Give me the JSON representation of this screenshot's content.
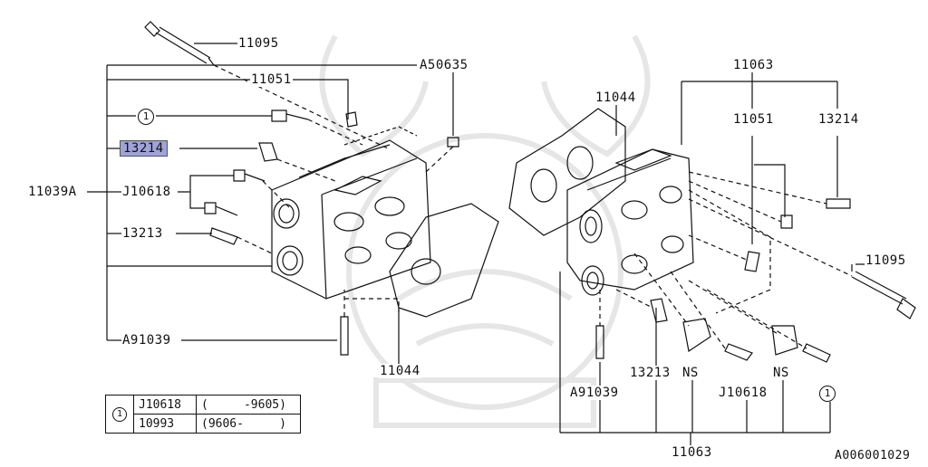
{
  "diagram": {
    "footer_code": "A006001029",
    "left_labels": {
      "bolt_top": "11095",
      "head_assy": "11039A",
      "plug_left": "A50635",
      "cap_left": "11051",
      "ref_bolt": "1",
      "highlight": "13214",
      "bolt_set": "J10618",
      "guide": "13213",
      "stud": "A91039",
      "gasket": "11044"
    },
    "right_labels": {
      "assy": "11063",
      "gasket": "11044",
      "cap": "11051",
      "plug": "13214",
      "bolt": "11095",
      "guide": "13213",
      "ns1": "NS",
      "ns2": "NS",
      "stud": "A91039",
      "bolt_set": "J10618",
      "ref_bolt": "1",
      "assy_bottom": "11063"
    }
  },
  "legend": {
    "ref": "1",
    "rows": [
      {
        "code": "J10618",
        "range": "(     -9605)"
      },
      {
        "code": "10993",
        "range": "(9606-     )"
      }
    ]
  }
}
